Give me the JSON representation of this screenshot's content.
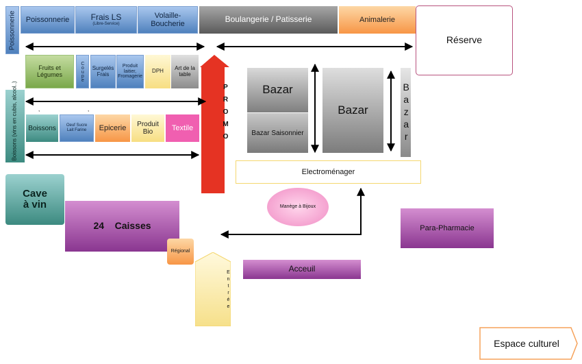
{
  "zones": {
    "poissonnerie_side": "Poissonnerie",
    "poissonnerie": "Poissonnerie",
    "frais_ls": "Frais LS",
    "frais_ls_sub": "(Libre-Service)",
    "volaille": "Volaille-Boucherie",
    "boulangerie": "Boulangerie / Patisserie",
    "animalerie": "Animalerie",
    "reserve": "Réserve",
    "fruits": "Fruits et Légumes",
    "coupe": "Coupe",
    "surgeles": "Surgelés Frais",
    "produit_laitier": "Produit laitier, Fromagerie",
    "dph": "DPH",
    "art_table": "Art de la table",
    "promo": "PROMO",
    "bazar1": "Bazar",
    "bazar_saisonnier": "Bazar Saisonnier",
    "bazar2": "Bazar",
    "bazar3": "Bazar",
    "boissons_side": "Boissons (vins en cubis, alcool..)",
    "boissons": "Boissons",
    "oeuf": "Oeuf Sucre Lait Farine",
    "epicerie": "Epicerie",
    "produit_bio": "Produit Bio",
    "textile": "Textile",
    "electromenager": "Electroménager",
    "cave": "Cave à vin",
    "caisses": "24    Caisses",
    "manege": "Manège à Bijoux",
    "para": "Para-Pharmacie",
    "regional": "Régional",
    "entree": "Entrée",
    "acceuil": "Acceuil",
    "espace_culturel": "Espace culturel"
  },
  "colors": {
    "blue": "#4f81bd",
    "grey": "#595959",
    "orange": "#f79646",
    "green": "#7aa84a",
    "yellow": "#f7de82",
    "pink": "#f05fb0",
    "teal": "#3c8a80",
    "purple": "#8a3690",
    "promo_red": "#e53323"
  }
}
